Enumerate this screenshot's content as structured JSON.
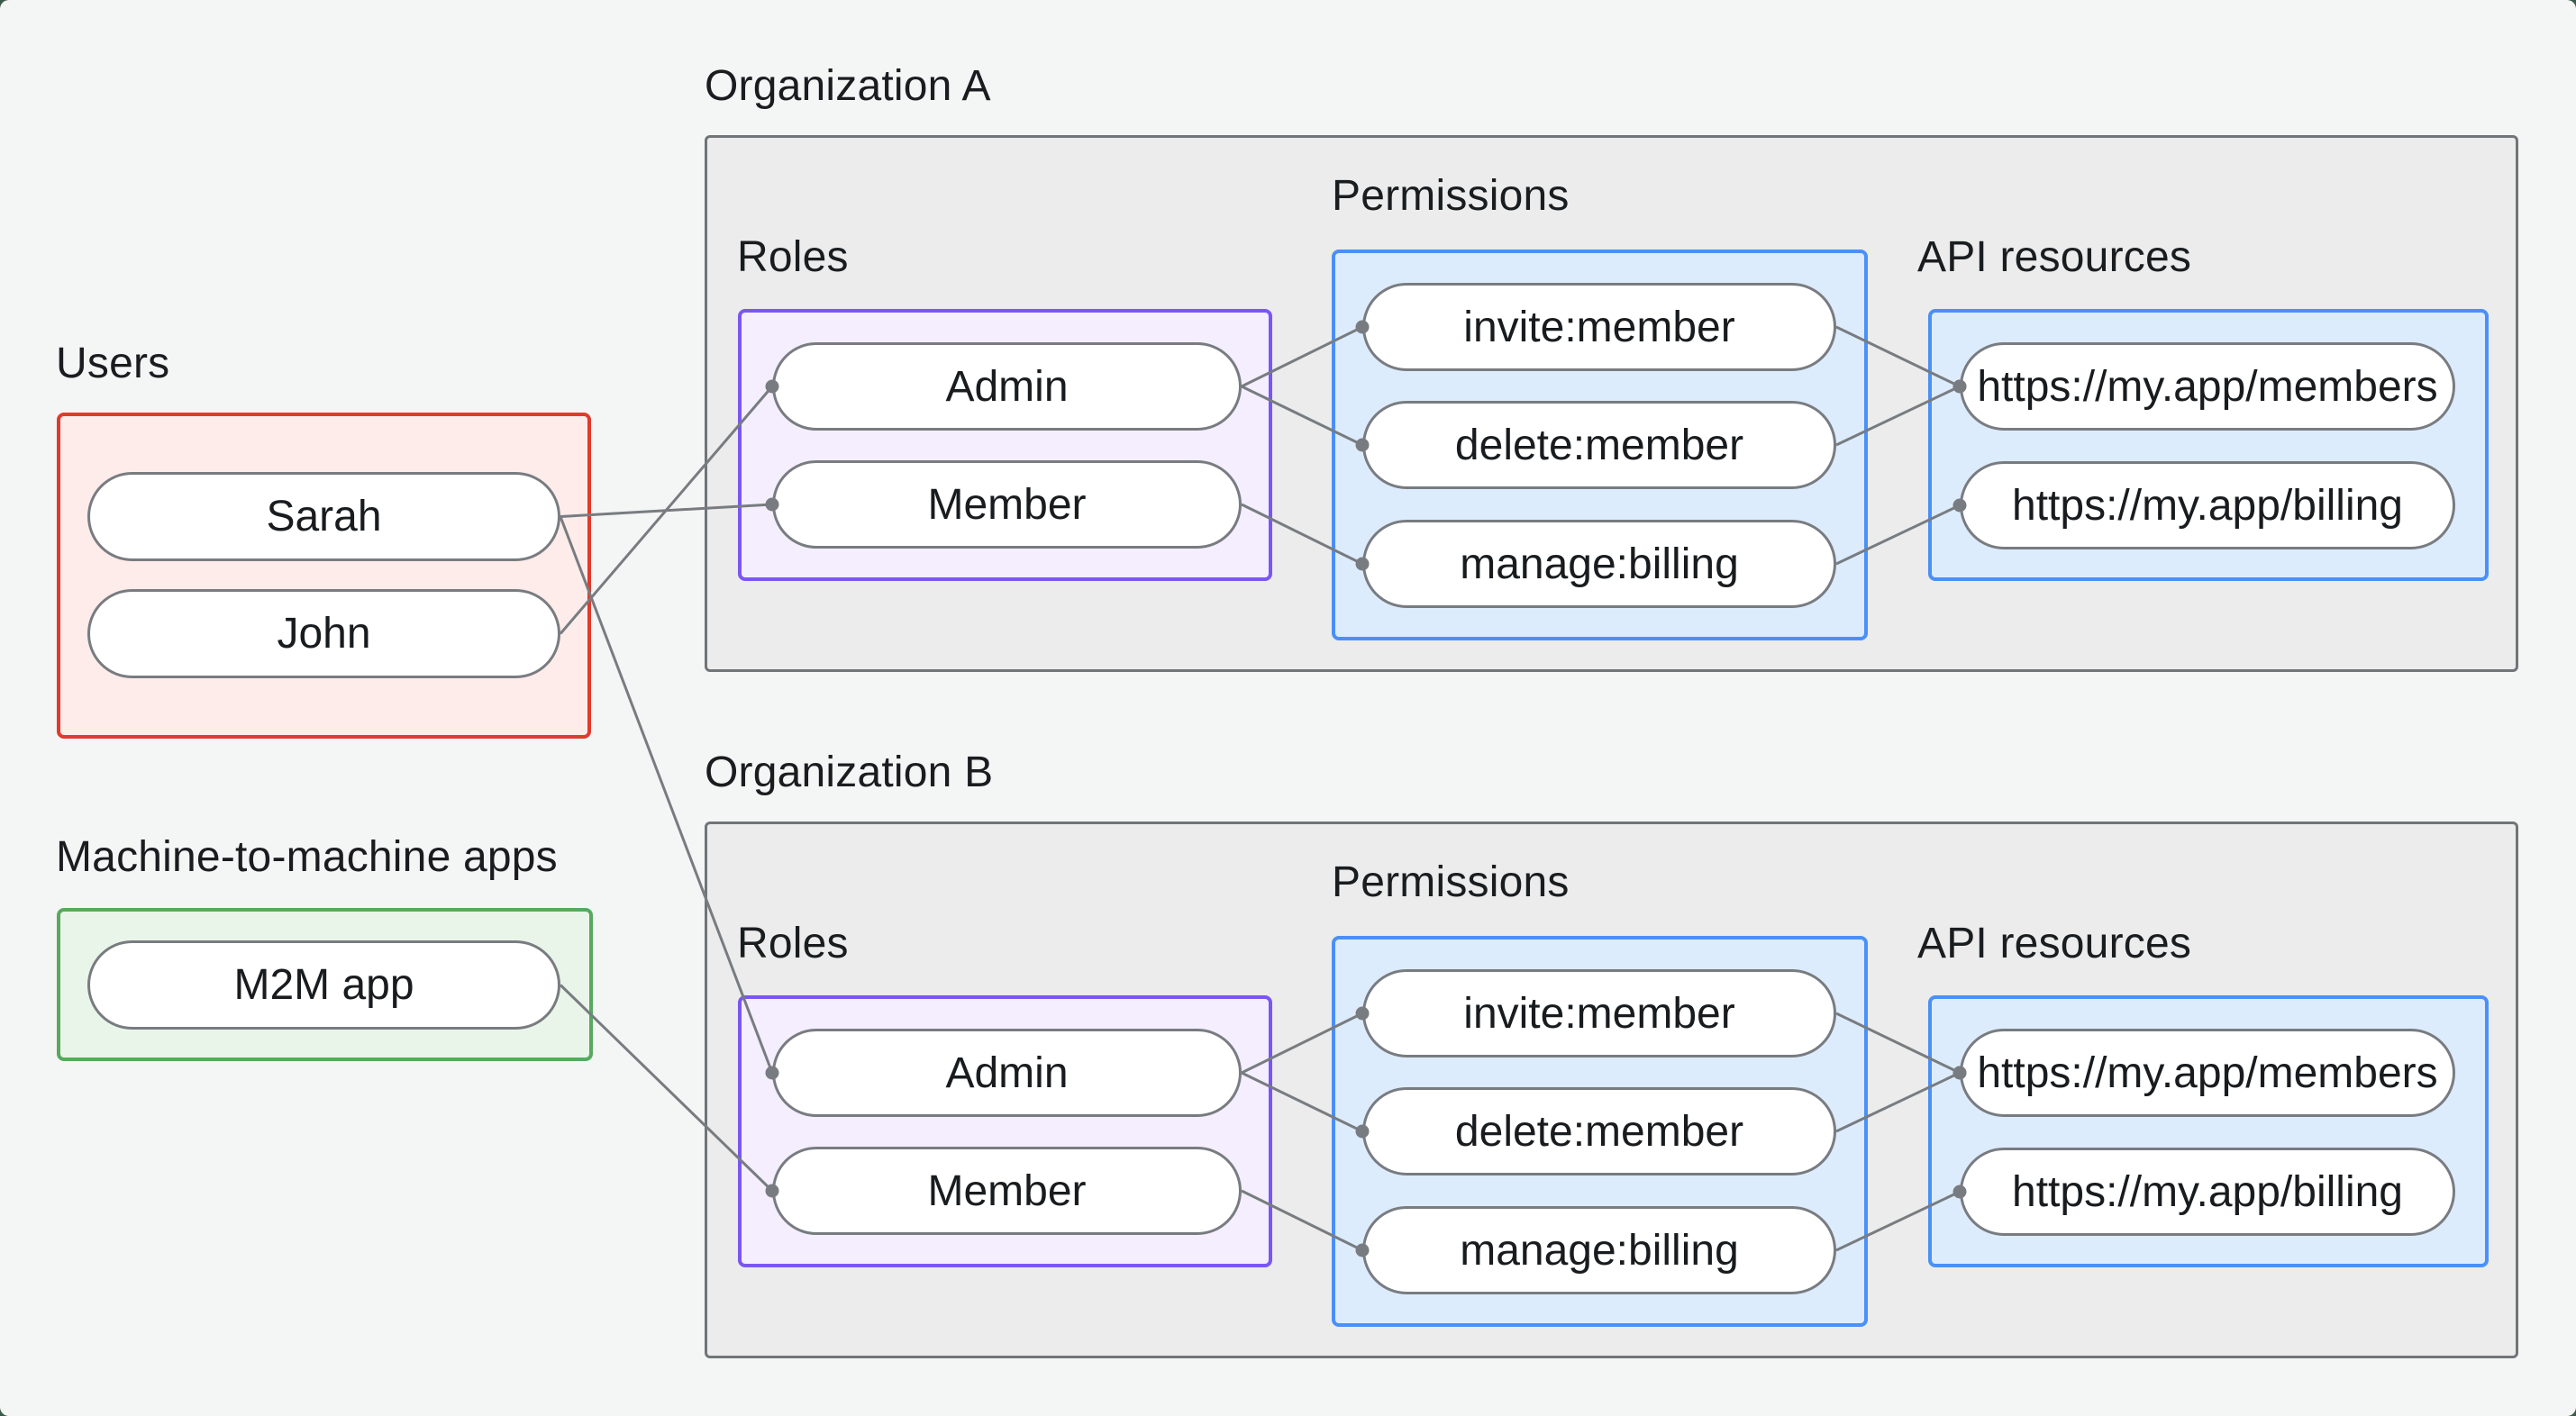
{
  "users": {
    "label": "Users",
    "items": [
      "Sarah",
      "John"
    ]
  },
  "m2m": {
    "label": "Machine-to-machine apps",
    "items": [
      "M2M app"
    ]
  },
  "orgA": {
    "title": "Organization A",
    "roles_label": "Roles",
    "permissions_label": "Permissions",
    "api_label": "API resources",
    "roles": [
      "Admin",
      "Member"
    ],
    "permissions": [
      "invite:member",
      "delete:member",
      "manage:billing"
    ],
    "api_resources": [
      "https://my.app/members",
      "https://my.app/billing"
    ]
  },
  "orgB": {
    "title": "Organization B",
    "roles_label": "Roles",
    "permissions_label": "Permissions",
    "api_label": "API resources",
    "roles": [
      "Admin",
      "Member"
    ],
    "permissions": [
      "invite:member",
      "delete:member",
      "manage:billing"
    ],
    "api_resources": [
      "https://my.app/members",
      "https://my.app/billing"
    ]
  },
  "edges": [
    {
      "from": "user-sarah",
      "to": "orgA-role-member"
    },
    {
      "from": "user-john",
      "to": "orgA-role-admin"
    },
    {
      "from": "user-sarah",
      "to": "orgB-role-admin"
    },
    {
      "from": "m2m-app",
      "to": "orgB-role-member"
    },
    {
      "from": "orgA-role-admin",
      "to": "orgA-perm-invite"
    },
    {
      "from": "orgA-role-admin",
      "to": "orgA-perm-delete"
    },
    {
      "from": "orgA-role-member",
      "to": "orgA-perm-manage"
    },
    {
      "from": "orgA-perm-invite",
      "to": "orgA-api-members"
    },
    {
      "from": "orgA-perm-delete",
      "to": "orgA-api-members"
    },
    {
      "from": "orgA-perm-manage",
      "to": "orgA-api-billing"
    },
    {
      "from": "orgB-role-admin",
      "to": "orgB-perm-invite"
    },
    {
      "from": "orgB-role-admin",
      "to": "orgB-perm-delete"
    },
    {
      "from": "orgB-role-member",
      "to": "orgB-perm-manage"
    },
    {
      "from": "orgB-perm-invite",
      "to": "orgB-api-members"
    },
    {
      "from": "orgB-perm-delete",
      "to": "orgB-api-members"
    },
    {
      "from": "orgB-perm-manage",
      "to": "orgB-api-billing"
    }
  ],
  "colors": {
    "background": "#f4f6f5",
    "org_fill": "#ebeceb",
    "org_border": "#717578",
    "users_border": "#e13a2d",
    "users_fill": "#fdecea",
    "m2m_border": "#58a95f",
    "m2m_fill": "#e9f5e9",
    "roles_border": "#7b56f3",
    "roles_fill": "#f4eefe",
    "blue_border": "#4a90f7",
    "blue_fill": "#ddecfd",
    "connector": "#787c80",
    "text": "#191c1f"
  }
}
